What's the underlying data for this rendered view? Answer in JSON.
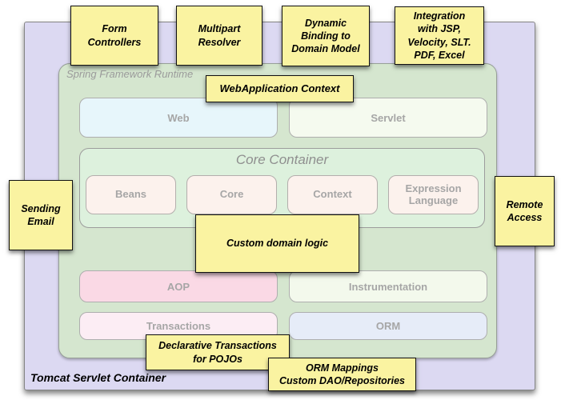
{
  "diagram": {
    "outer_container_label": "Tomcat Servlet Container",
    "runtime_label": "Spring Framework Runtime",
    "modules": {
      "web": "Web",
      "servlet": "Servlet",
      "aop": "AOP",
      "instrumentation": "Instrumentation",
      "transactions": "Transactions",
      "orm": "ORM"
    },
    "core_container": {
      "title": "Core Container",
      "modules": [
        "Beans",
        "Core",
        "Context",
        "Expression Language"
      ]
    },
    "notes": {
      "form_controllers": "Form\nControllers",
      "multipart_resolver": "Multipart\nResolver",
      "dynamic_binding": "Dynamic\nBinding to\nDomain Model",
      "integration": "Integration\nwith JSP,\nVelocity, SLT.\nPDF, Excel",
      "webapplication_context": "WebApplication Context",
      "sending_email": "Sending\nEmail",
      "remote_access": "Remote\nAccess",
      "custom_domain_logic": "Custom domain logic",
      "declarative_transactions": "Declarative Transactions\nfor POJOs",
      "orm_mappings": "ORM Mappings\nCustom DAO/Repositories"
    },
    "colors": {
      "note_yellow": "#faf3a1",
      "container_purple": "#dcd9f2",
      "runtime_green": "#d5e6cf",
      "core_mint": "#ddf1dd",
      "web_cyan": "#e7f6fb",
      "servlet_pale_green": "#f5faef",
      "inner_module_pink_white": "#fcf2ed",
      "aop_pink": "#fad9e5",
      "instrumentation_pale": "#f3f9ec",
      "transactions_pale_pink": "#fcedf4",
      "orm_pale_blue": "#e6ecf8"
    }
  }
}
